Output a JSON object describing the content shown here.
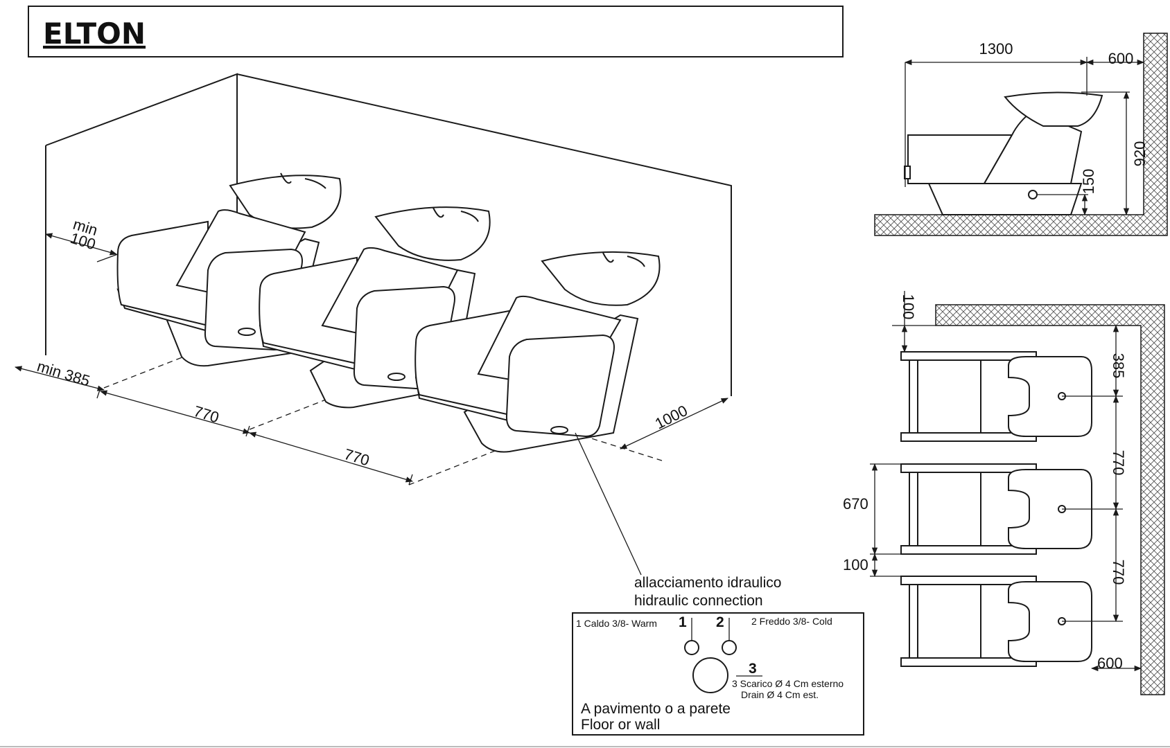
{
  "title": "ELTON",
  "iso_view": {
    "dim_min100_line1": "min",
    "dim_min100_line2": "100",
    "dim_min385": "min 385",
    "dim_770_a": "770",
    "dim_770_b": "770",
    "dim_1000": "1000"
  },
  "side_view": {
    "dim_1300": "1300",
    "dim_600_top": "600",
    "dim_920": "920",
    "dim_150": "150"
  },
  "plan_view": {
    "dim_100_top": "100",
    "dim_385": "385",
    "dim_770_a": "770",
    "dim_770_b": "770",
    "dim_670": "670",
    "dim_100_mid": "100",
    "dim_600_bottom": "600"
  },
  "hydraulic": {
    "heading_it": "allacciamento idraulico",
    "heading_en": "hidraulic connection",
    "hot_label": "1 Caldo 3/8- Warm",
    "cold_label": "2 Freddo 3/8- Cold",
    "num_1": "1",
    "num_2": "2",
    "num_3": "3",
    "drain_it": "3 Scarico Ø 4 Cm esterno",
    "drain_en": "Drain  Ø 4 Cm est.",
    "floor_it": "A pavimento o a parete",
    "floor_en": "Floor or wall"
  }
}
